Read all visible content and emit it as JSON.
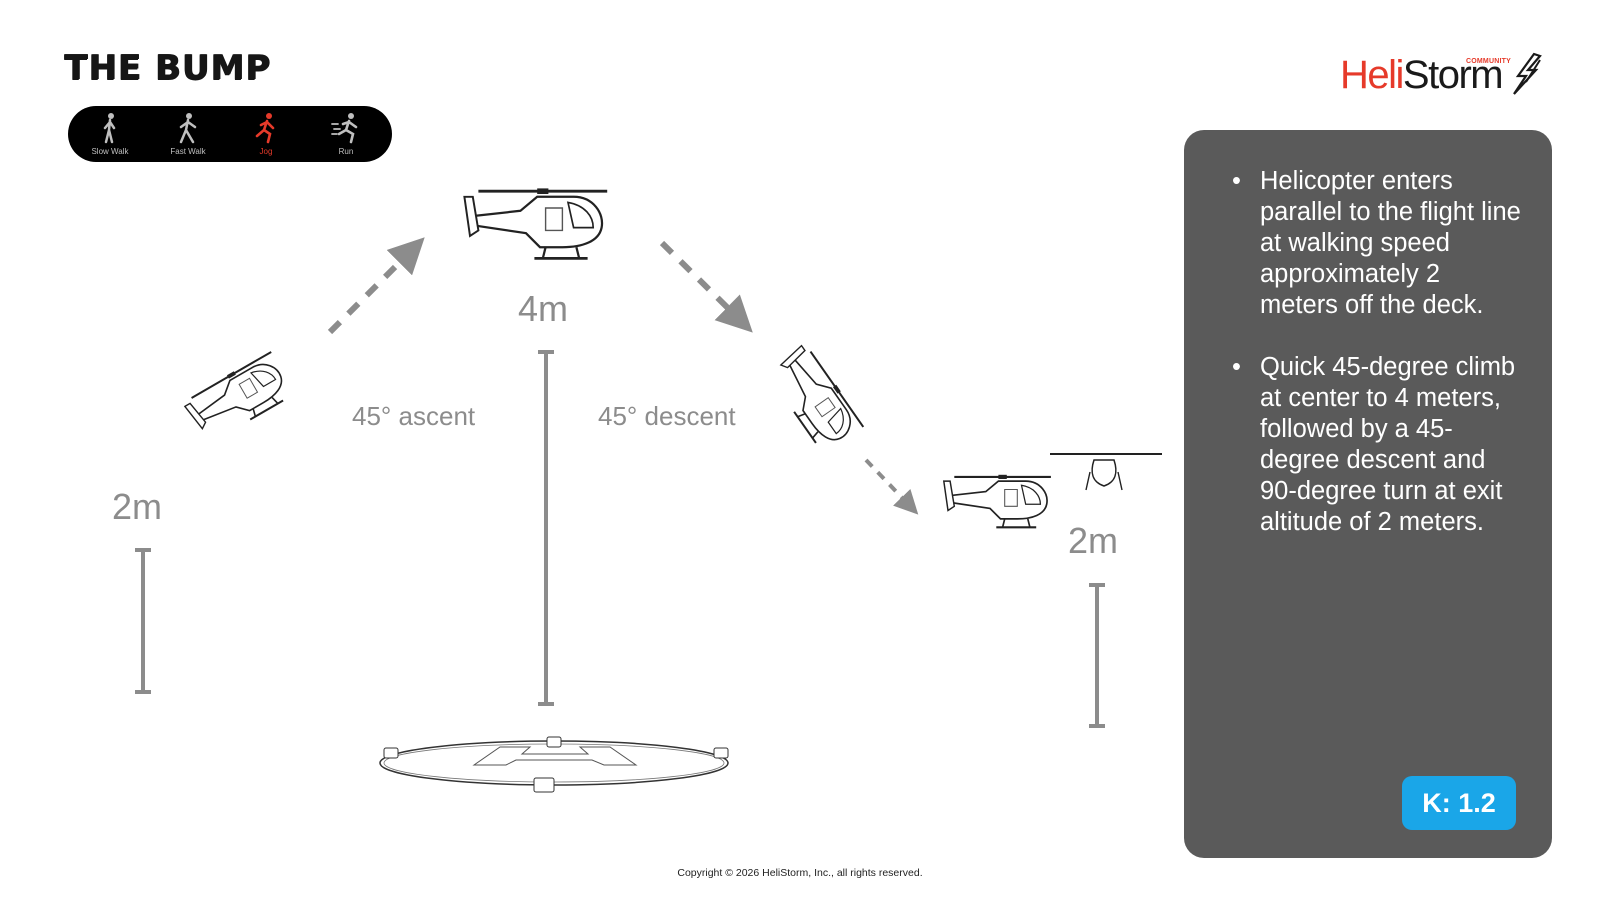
{
  "title": "THE BUMP",
  "logo": {
    "brand_a": "Heli",
    "brand_b": "Storm",
    "tag": "COMMUNITY",
    "accent": "#e63a2a"
  },
  "speeds": [
    {
      "label": "Slow Walk",
      "icon": "slow-walk-icon",
      "active": false
    },
    {
      "label": "Fast Walk",
      "icon": "fast-walk-icon",
      "active": false
    },
    {
      "label": "Jog",
      "icon": "jog-icon",
      "active": true
    },
    {
      "label": "Run",
      "icon": "run-icon",
      "active": false
    }
  ],
  "diagram": {
    "height_entry": "2m",
    "height_top": "4m",
    "height_exit": "2m",
    "ascent_label": "45° ascent",
    "descent_label": "45° descent",
    "line_color": "#8c8c8c"
  },
  "panel": {
    "bullets": [
      "Helicopter enters parallel to the flight line at walking speed approximately 2 meters off the deck.",
      "Quick 45-degree climb at center to 4 meters, followed by a 45-degree descent and 90-degree turn at exit altitude of 2 meters."
    ],
    "k_factor": "K: 1.2",
    "k_color": "#1aa6e8"
  },
  "copyright": "Copyright © 2026 HeliStorm, Inc., all rights reserved."
}
